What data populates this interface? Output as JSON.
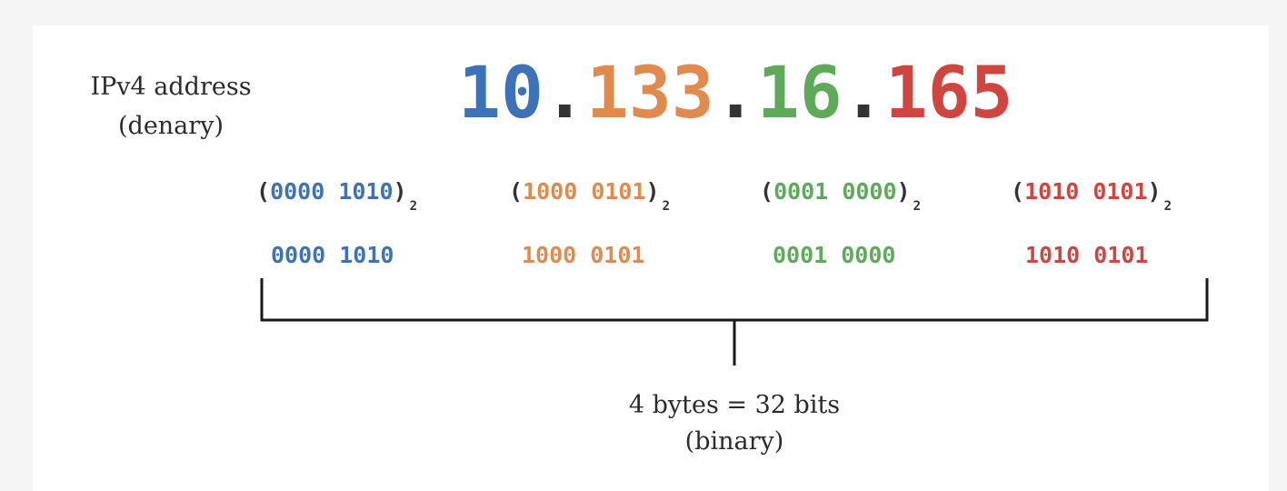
{
  "label": {
    "line1": "IPv4 address",
    "line2": "(denary)"
  },
  "address": {
    "octets": [
      "10",
      "133",
      "16",
      "165"
    ],
    "separator": "."
  },
  "binary_notation": {
    "open": "(",
    "close": ")",
    "base": "2",
    "groups": [
      "0000 1010",
      "1000 0101",
      "0001 0000",
      "1010 0101"
    ]
  },
  "binary_plain": {
    "groups": [
      "0000 1010",
      "1000 0101",
      "0001 0000",
      "1010 0101"
    ]
  },
  "footer": {
    "line1": "4 bytes = 32 bits",
    "line2": "(binary)"
  },
  "colors": {
    "octet1": "#3d72b8",
    "octet2": "#e08a4e",
    "octet3": "#5ea95a",
    "octet4": "#d04540",
    "dot": "#333333"
  }
}
